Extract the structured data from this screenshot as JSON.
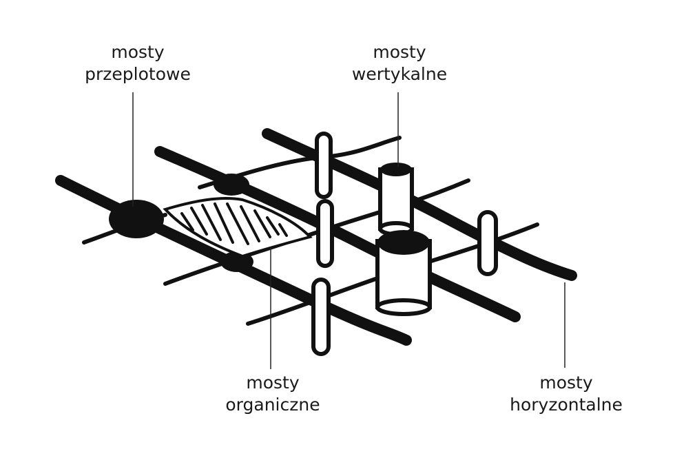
{
  "labels": {
    "przeplotowe": {
      "line1": "mosty",
      "line2": "przeplotowe"
    },
    "wertykalne": {
      "line1": "mosty",
      "line2": "wertykalne"
    },
    "organiczne": {
      "line1": "mosty",
      "line2": "organiczne"
    },
    "horyzontalne": {
      "line1": "mosty",
      "line2": "horyzontalne"
    }
  },
  "colors": {
    "ink": "#111111",
    "background": "#ffffff",
    "leader": "#222222"
  }
}
